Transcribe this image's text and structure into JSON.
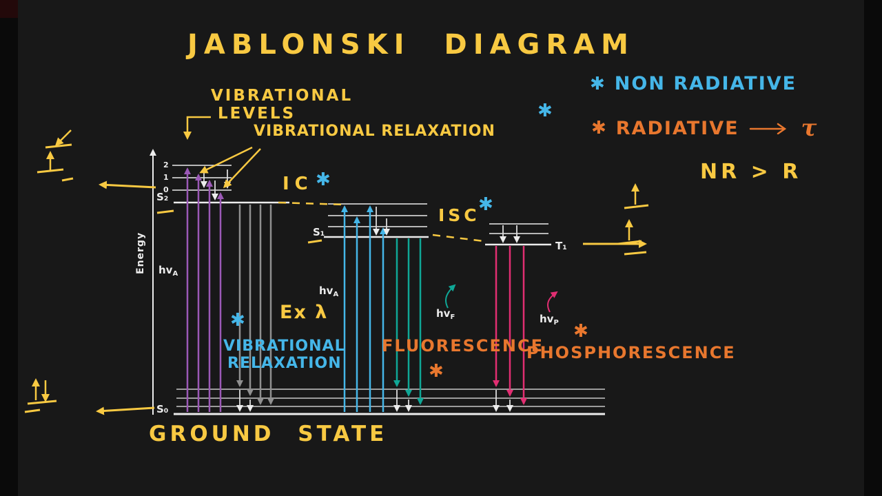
{
  "title": "JABLONSKI DIAGRAM",
  "glyphs": {
    "asterisk": "✱",
    "tau": "τ"
  },
  "legend": {
    "non_radiative": "NON RADIATIVE",
    "radiative": "RADIATIVE",
    "comparison": "NR > R"
  },
  "axis": {
    "label": "Energy"
  },
  "states": {
    "s2": "S₂",
    "s1": "S₁",
    "t1": "T₁",
    "s0": "S₀",
    "vib_numbers": [
      "2",
      "1",
      "0"
    ],
    "ground_state": "GROUND STATE"
  },
  "labels": {
    "vibrational_levels": {
      "line1": "VIBRATIONAL",
      "line2": "LEVELS"
    },
    "vibrational_relaxation_top": "VIBRATIONAL RELAXATION",
    "internal_conversion": "IC",
    "intersystem_crossing": "ISC",
    "excitation_wavelength": "Ex λ",
    "vibrational_relaxation_blue": {
      "line1": "VIBRATIONAL",
      "line2": "RELAXATION"
    },
    "fluorescence": "FLUORESCENCE",
    "phosphorescence": "PHOSPHORESCENCE",
    "photon": {
      "base": "hv",
      "sub_absorption": "A",
      "sub_fluorescence": "F",
      "sub_phosphorescence": "P"
    }
  },
  "colors": {
    "background": "#181818",
    "yellow": "#f8c942",
    "blue": "#45b6e8",
    "orange": "#e8772e",
    "purple": "#9b59b6",
    "gray": "#909090",
    "teal": "#0fa796",
    "pink": "#e22e72",
    "white": "#ececec"
  }
}
